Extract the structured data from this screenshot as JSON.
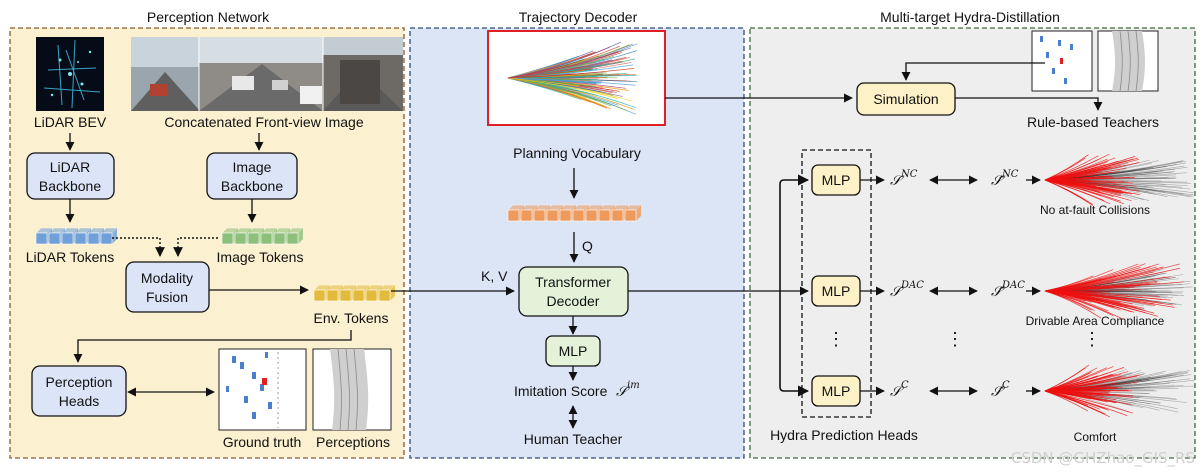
{
  "sections": {
    "perception": "Perception Network",
    "decoder": "Trajectory Decoder",
    "distill": "Multi-target Hydra-Distillation"
  },
  "perception": {
    "lidar_bev": "LiDAR BEV",
    "front_view": "Concatenated Front-view Image",
    "lidar_backbone": [
      "LiDAR",
      "Backbone"
    ],
    "image_backbone": [
      "Image",
      "Backbone"
    ],
    "lidar_tokens": "LiDAR Tokens",
    "image_tokens": "Image Tokens",
    "modality_fusion": [
      "Modality",
      "Fusion"
    ],
    "env_tokens": "Env. Tokens",
    "perception_heads": [
      "Perception",
      "Heads"
    ],
    "ground_truth": "Ground truth",
    "perceptions": "Perceptions"
  },
  "decoder": {
    "planning_vocabulary": "Planning Vocabulary",
    "q": "Q",
    "kv": "K, V",
    "transformer_decoder": [
      "Transformer",
      "Decoder"
    ],
    "mlp": "MLP",
    "imitation_score": "Imitation Score",
    "imitation_symbol": "𝒮",
    "imitation_sup": "im",
    "human_teacher": "Human Teacher"
  },
  "distill": {
    "simulation": "Simulation",
    "rule_based": "Rule-based Teachers",
    "hydra_heads": "Hydra Prediction Heads",
    "mlp": "MLP",
    "ellipsis": "⋮",
    "heads": [
      {
        "score": "𝒮",
        "sup": "NC",
        "target": "𝒮̂",
        "target_sup": "NC",
        "caption": "No at-fault Collisions"
      },
      {
        "score": "𝒮",
        "sup": "DAC",
        "target": "𝒮̂",
        "target_sup": "DAC",
        "caption": "Drivable Area Compliance"
      },
      {
        "score": "𝒮",
        "sup": "C",
        "target": "𝒮̂",
        "target_sup": "C",
        "caption": "Comfort"
      }
    ]
  },
  "watermark": "CSDN @GHZhao_GIS_RS",
  "colors": {
    "perception_bg": "#fbf0cf",
    "perception_border": "#8a5a2b",
    "decoder_bg": "#dce5f6",
    "decoder_border": "#2f4a7a",
    "distill_bg": "#eeeeee",
    "distill_border": "#3d6b3d",
    "blue_box": "#dce5f8",
    "green_box": "#e3f2d9",
    "yellow_box": "#fdf1c8",
    "vocab_frame": "#e01f26",
    "lidar_token": "#6fa0d8",
    "image_token": "#8dc07a",
    "env_token": "#e3bb3c",
    "query_token": "#ee9a5c",
    "traj_red": "#ee1010"
  }
}
